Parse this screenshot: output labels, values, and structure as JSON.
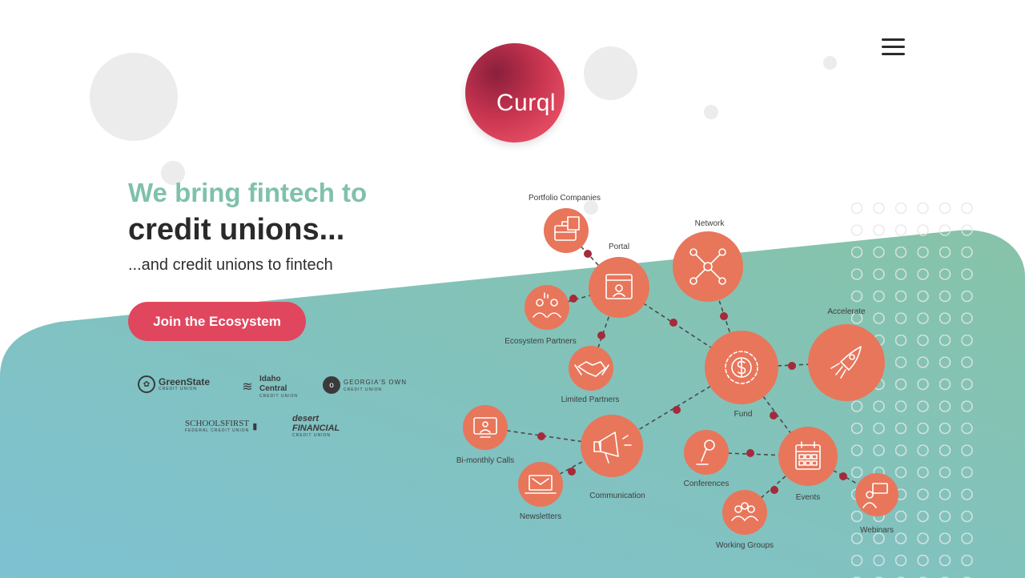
{
  "brand": {
    "logo_text": "Curql"
  },
  "hero": {
    "headline_line1": "We bring fintech to",
    "headline_line2": "credit unions...",
    "subheadline": "...and credit unions to fintech",
    "cta_label": "Join the Ecosystem"
  },
  "partners": [
    {
      "name": "GreenState",
      "sub": "CREDIT UNION"
    },
    {
      "name": "Idaho Central",
      "sub": "CREDIT UNION"
    },
    {
      "name": "GEORGIA'S OWN",
      "sub": "CREDIT UNION"
    },
    {
      "name": "SCHOOLSFIRST",
      "sub": "FEDERAL CREDIT UNION"
    },
    {
      "name": "desert FINANCIAL",
      "sub": "CREDIT UNION"
    }
  ],
  "ecosystem": {
    "nodes": [
      {
        "id": "portfolio",
        "label": "Portfolio Companies",
        "icon": "briefcase-icon"
      },
      {
        "id": "portal",
        "label": "Portal",
        "icon": "browser-window-icon"
      },
      {
        "id": "network",
        "label": "Network",
        "icon": "network-icon"
      },
      {
        "id": "ecosystem_partners",
        "label": "Ecosystem Partners",
        "icon": "people-chart-icon"
      },
      {
        "id": "limited_partners",
        "label": "Limited Partners",
        "icon": "handshake-icon"
      },
      {
        "id": "fund",
        "label": "Fund",
        "icon": "dollar-gear-icon"
      },
      {
        "id": "accelerate",
        "label": "Accelerate",
        "icon": "rocket-icon"
      },
      {
        "id": "bimonthly",
        "label": "Bi-monthly Calls",
        "icon": "video-call-icon"
      },
      {
        "id": "communication",
        "label": "Communication",
        "icon": "megaphone-icon"
      },
      {
        "id": "newsletters",
        "label": "Newsletters",
        "icon": "laptop-mail-icon"
      },
      {
        "id": "conferences",
        "label": "Conferences",
        "icon": "microphone-icon"
      },
      {
        "id": "events",
        "label": "Events",
        "icon": "calendar-icon"
      },
      {
        "id": "working_groups",
        "label": "Working Groups",
        "icon": "group-icon"
      },
      {
        "id": "webinars",
        "label": "Webinars",
        "icon": "presenter-icon"
      }
    ]
  },
  "colors": {
    "accent": "#e0475e",
    "node": "#e8765b",
    "headline_teal": "#7fc1ac",
    "connector_dot": "#a42a3c",
    "bg_gradient_start": "#7ec2d3",
    "bg_gradient_end": "#86c3a8"
  },
  "menu": {
    "icon": "hamburger-menu-icon"
  }
}
